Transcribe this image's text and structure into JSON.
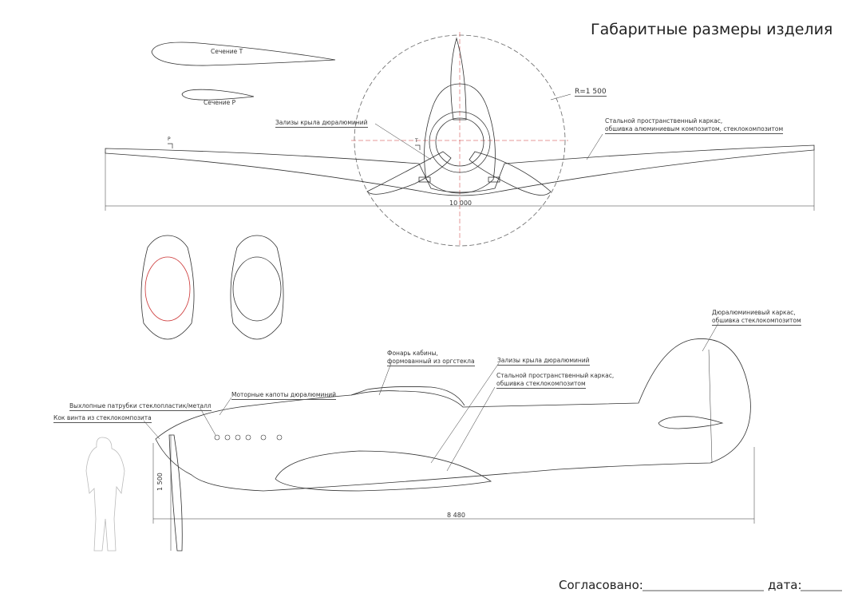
{
  "title": "Габаритные размеры изделия",
  "sections": {
    "t": "Сечение Т",
    "p": "Сечение Р",
    "marker_p": "P",
    "marker_t": "T"
  },
  "front_view": {
    "wing_fillet": "Зализы крыла дюралюминий",
    "radius": "R=1 500",
    "frame_line1": "Стальной пространственный каркас,",
    "frame_line2": "обшивка алюминиевым композитом, стеклокомпозитом",
    "span": "10 000"
  },
  "side_view": {
    "tail_line1": "Дюралюминиевый каркас,",
    "tail_line2": "обшивка стеклокомпозитом",
    "canopy_line1": "Фонарь кабины,",
    "canopy_line2": "формованный из оргстекла",
    "wing_fillet": "Зализы крыла дюралюминий",
    "frame_line1": "Стальной пространственный каркас,",
    "frame_line2": "обшивка стеклокомпозитом",
    "cowling": "Моторные капоты дюралюминий",
    "exhaust": "Выхлопные патрубки стеклопластик/металл",
    "spinner": "Кок винта из стеклокомпозита",
    "height": "1 500",
    "length": "8 480"
  },
  "footer": {
    "approved": "Согласовано:",
    "date": "дата:"
  }
}
